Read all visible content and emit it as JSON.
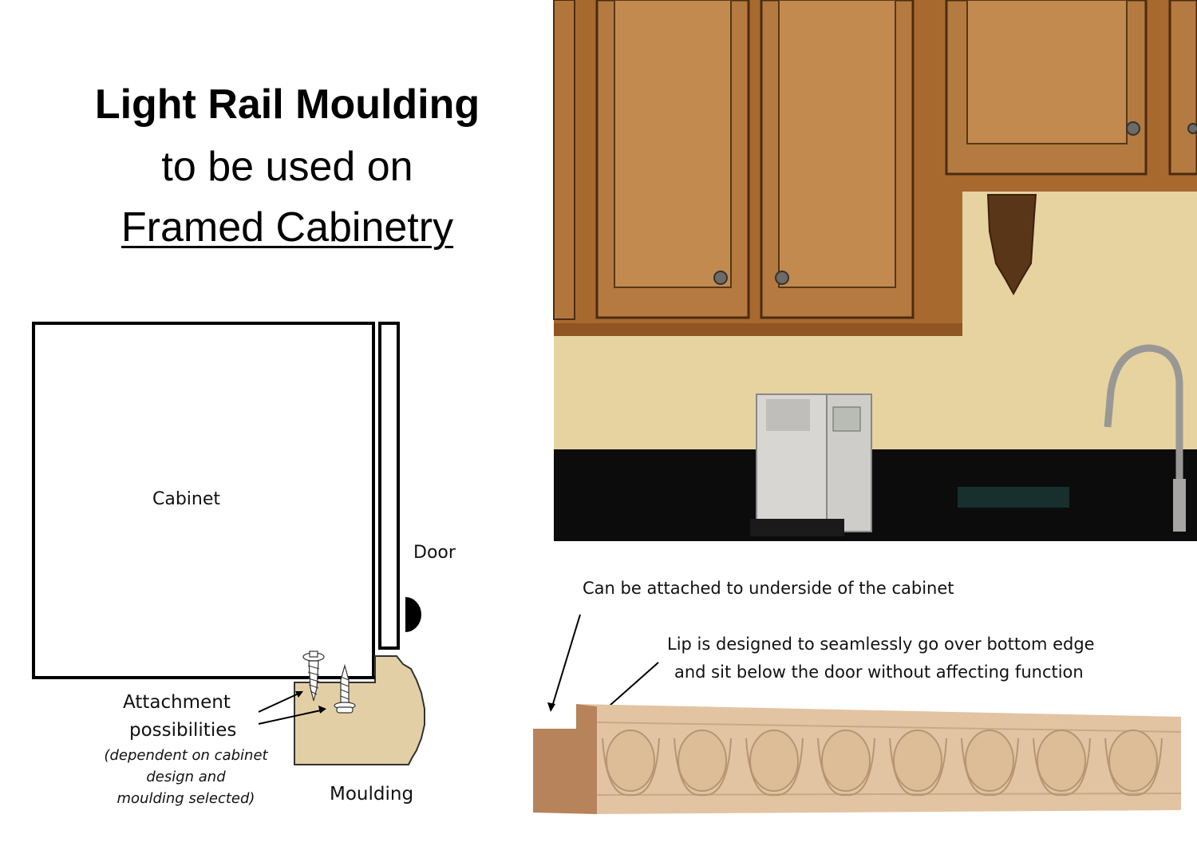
{
  "title": {
    "line1": "Light Rail Moulding",
    "line2": "to be used on",
    "line3": "Framed Cabinetry"
  },
  "diagram": {
    "cabinet_label": "Cabinet",
    "door_label": "Door",
    "moulding_label": "Moulding",
    "attachment_label_line1": "Attachment",
    "attachment_label_line2": "possibilities",
    "attachment_note_line1": "(dependent on cabinet",
    "attachment_note_line2": "design and",
    "attachment_note_line3": "moulding selected)",
    "colors": {
      "outline": "#000000",
      "moulding_fill": "#e3cfa6"
    }
  },
  "photo": {
    "subject": "kitchen-upper-cabinets-with-corbel-coffee-maker-faucet",
    "colors": {
      "cabinet_wood": "#a8692e",
      "wall": "#e6d3a0",
      "countertop": "#0c0c0c"
    }
  },
  "annotations": {
    "underside_note": "Can be attached to underside of the cabinet",
    "lip_note_line1": "Lip is designed to seamlessly go over bottom edge",
    "lip_note_line2": "and sit below the door without affecting function"
  },
  "product": {
    "subject": "egg-and-dart-carved-light-rail-moulding",
    "colors": {
      "wood": "#e2c4a2",
      "end_grain": "#b7835a"
    }
  }
}
